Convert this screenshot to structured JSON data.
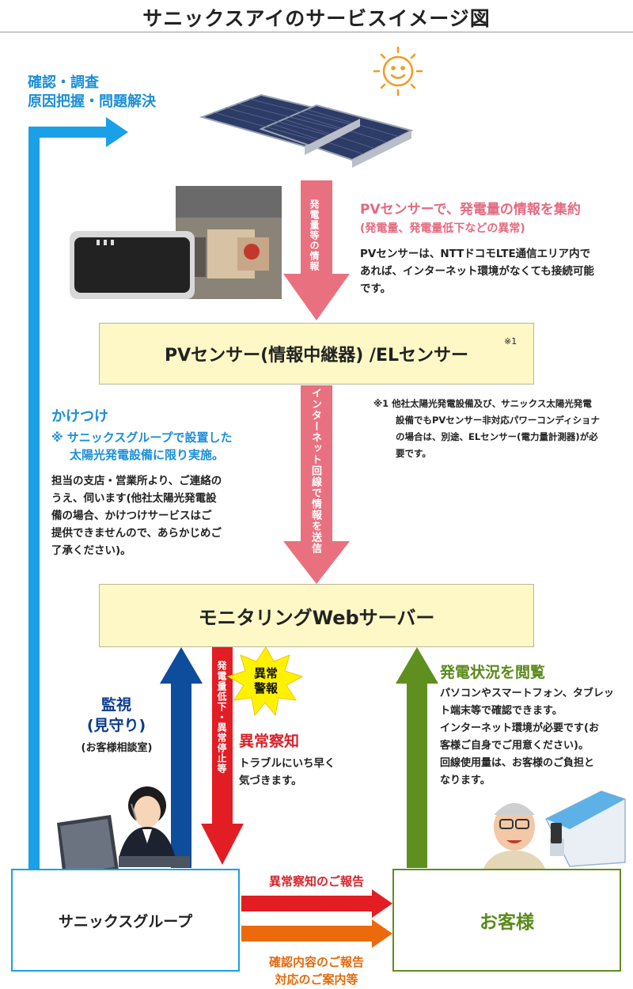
{
  "title": "サニックスアイのサービスイメージ図",
  "top_left": {
    "line1": "確認・調査",
    "line2": "原因把握・問題解決"
  },
  "pv_section": {
    "arrow_label": "発電量等の情報",
    "heading_line1": "PVセンサーで、発電量の情報を集約",
    "heading_line2": "(発電量、発電量低下などの異常)",
    "body_line1": "PVセンサーは、NTTドコモLTE通信エリア内で",
    "body_line2": "あれば、インターネット環境がなくても接続可能",
    "body_line3": "です。"
  },
  "sensor_box": {
    "label_main": "PVセンサー(情報中継器) /ELセンサー",
    "note_mark": "※1"
  },
  "internet_arrow_label": "インターネット回線で情報を送信",
  "footnote": {
    "line1": "※1 他社太陽光発電設備及び、サニックス太陽光発電",
    "line2": "設備でもPVセンサー非対応パワーコンディショナ",
    "line3": "の場合は、別途、ELセンサー(電力量計測器)が必",
    "line4": "要です。"
  },
  "kaketsuke": {
    "heading": "かけつけ",
    "note_line1": "※ サニックスグループで設置した",
    "note_line2": "太陽光発電設備に限り実施。",
    "body_line1": "担当の支店・営業所より、ご連絡の",
    "body_line2": "うえ、伺います(他社太陽光発電設",
    "body_line3": "備の場合、かけつけサービスはご",
    "body_line4": "提供できませんので、あらかじめご",
    "body_line5": "了承ください)。"
  },
  "server_box": {
    "label": "モニタリングWebサーバー"
  },
  "watch": {
    "line1": "監視",
    "line2": "(見守り)",
    "line3": "(お客様相談室)"
  },
  "alert_arrow_label": "発電量低下・異常停止等",
  "alert_badge": {
    "line1": "異常",
    "line2": "警報"
  },
  "anomaly": {
    "heading": "異常察知",
    "body_line1": "トラブルにいち早く",
    "body_line2": "気づきます。"
  },
  "view": {
    "heading": "発電状況を閲覧",
    "body_line1": "パソコンやスマートフォン、タブレッ",
    "body_line2": "ト端末等で確認できます。",
    "body_line3": "インターネット環境が必要です(お",
    "body_line4": "客様ご自身でご用意ください)。",
    "body_line5": "回線使用量は、お客様のご負担と",
    "body_line6": "なります。"
  },
  "sanix_box": {
    "label": "サニックスグループ"
  },
  "customer_box": {
    "label": "お客様"
  },
  "report1": "異常察知のご報告",
  "report2_line1": "確認内容のご報告",
  "report2_line2": "対応のご案内等",
  "colors": {
    "blue_arrow": "#1aa0e6",
    "pink_arrow": "#e9717f",
    "navy_arrow": "#0e4c9c",
    "red_arrow": "#e21d24",
    "green_arrow": "#5f8f1f",
    "orange_arrow": "#ec6a0c",
    "yellow_box": "#fdf8c6"
  }
}
